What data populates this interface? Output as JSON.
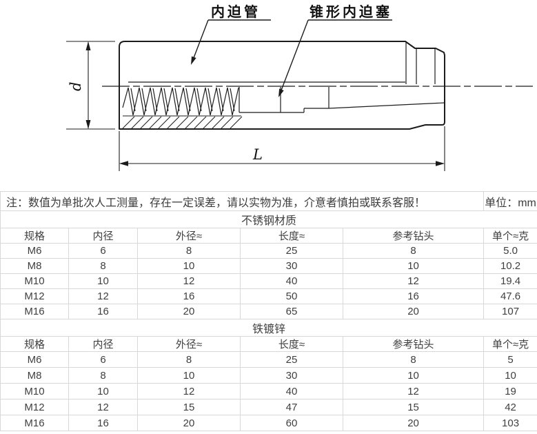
{
  "drawing": {
    "label_tube": "内迫管",
    "label_plug": "锥形内迫塞",
    "dim_d": "d",
    "dim_L": "L"
  },
  "note": {
    "text": "注：数值为单批次人工测量，存在一定误差，请以实物为准，介意者慎拍或联系客服！",
    "unit": "单位：mm"
  },
  "tables": [
    {
      "title": "不锈钢材质",
      "headers": [
        "规格",
        "内径",
        "外径≈",
        "长度≈",
        "参考钻头",
        "单个≈克"
      ],
      "rows": [
        [
          "M6",
          "6",
          "8",
          "25",
          "8",
          "5.0"
        ],
        [
          "M8",
          "8",
          "10",
          "30",
          "10",
          "10.2"
        ],
        [
          "M10",
          "10",
          "12",
          "40",
          "12",
          "19.4"
        ],
        [
          "M12",
          "12",
          "16",
          "50",
          "16",
          "47.6"
        ],
        [
          "M16",
          "16",
          "20",
          "65",
          "20",
          "107"
        ]
      ]
    },
    {
      "title": "铁镀锌",
      "headers": [
        "规格",
        "内径",
        "外径≈",
        "长度≈",
        "参考钻头",
        "单个≈克"
      ],
      "rows": [
        [
          "M6",
          "6",
          "8",
          "25",
          "8",
          "5"
        ],
        [
          "M8",
          "8",
          "10",
          "30",
          "10",
          "10"
        ],
        [
          "M10",
          "10",
          "12",
          "40",
          "12",
          "19"
        ],
        [
          "M12",
          "12",
          "15",
          "47",
          "15",
          "42"
        ],
        [
          "M16",
          "16",
          "20",
          "60",
          "20",
          "103"
        ]
      ]
    }
  ],
  "colors": {
    "line": "#1b1b1b",
    "border": "#d8d8d8",
    "text": "#3f3f3f"
  }
}
